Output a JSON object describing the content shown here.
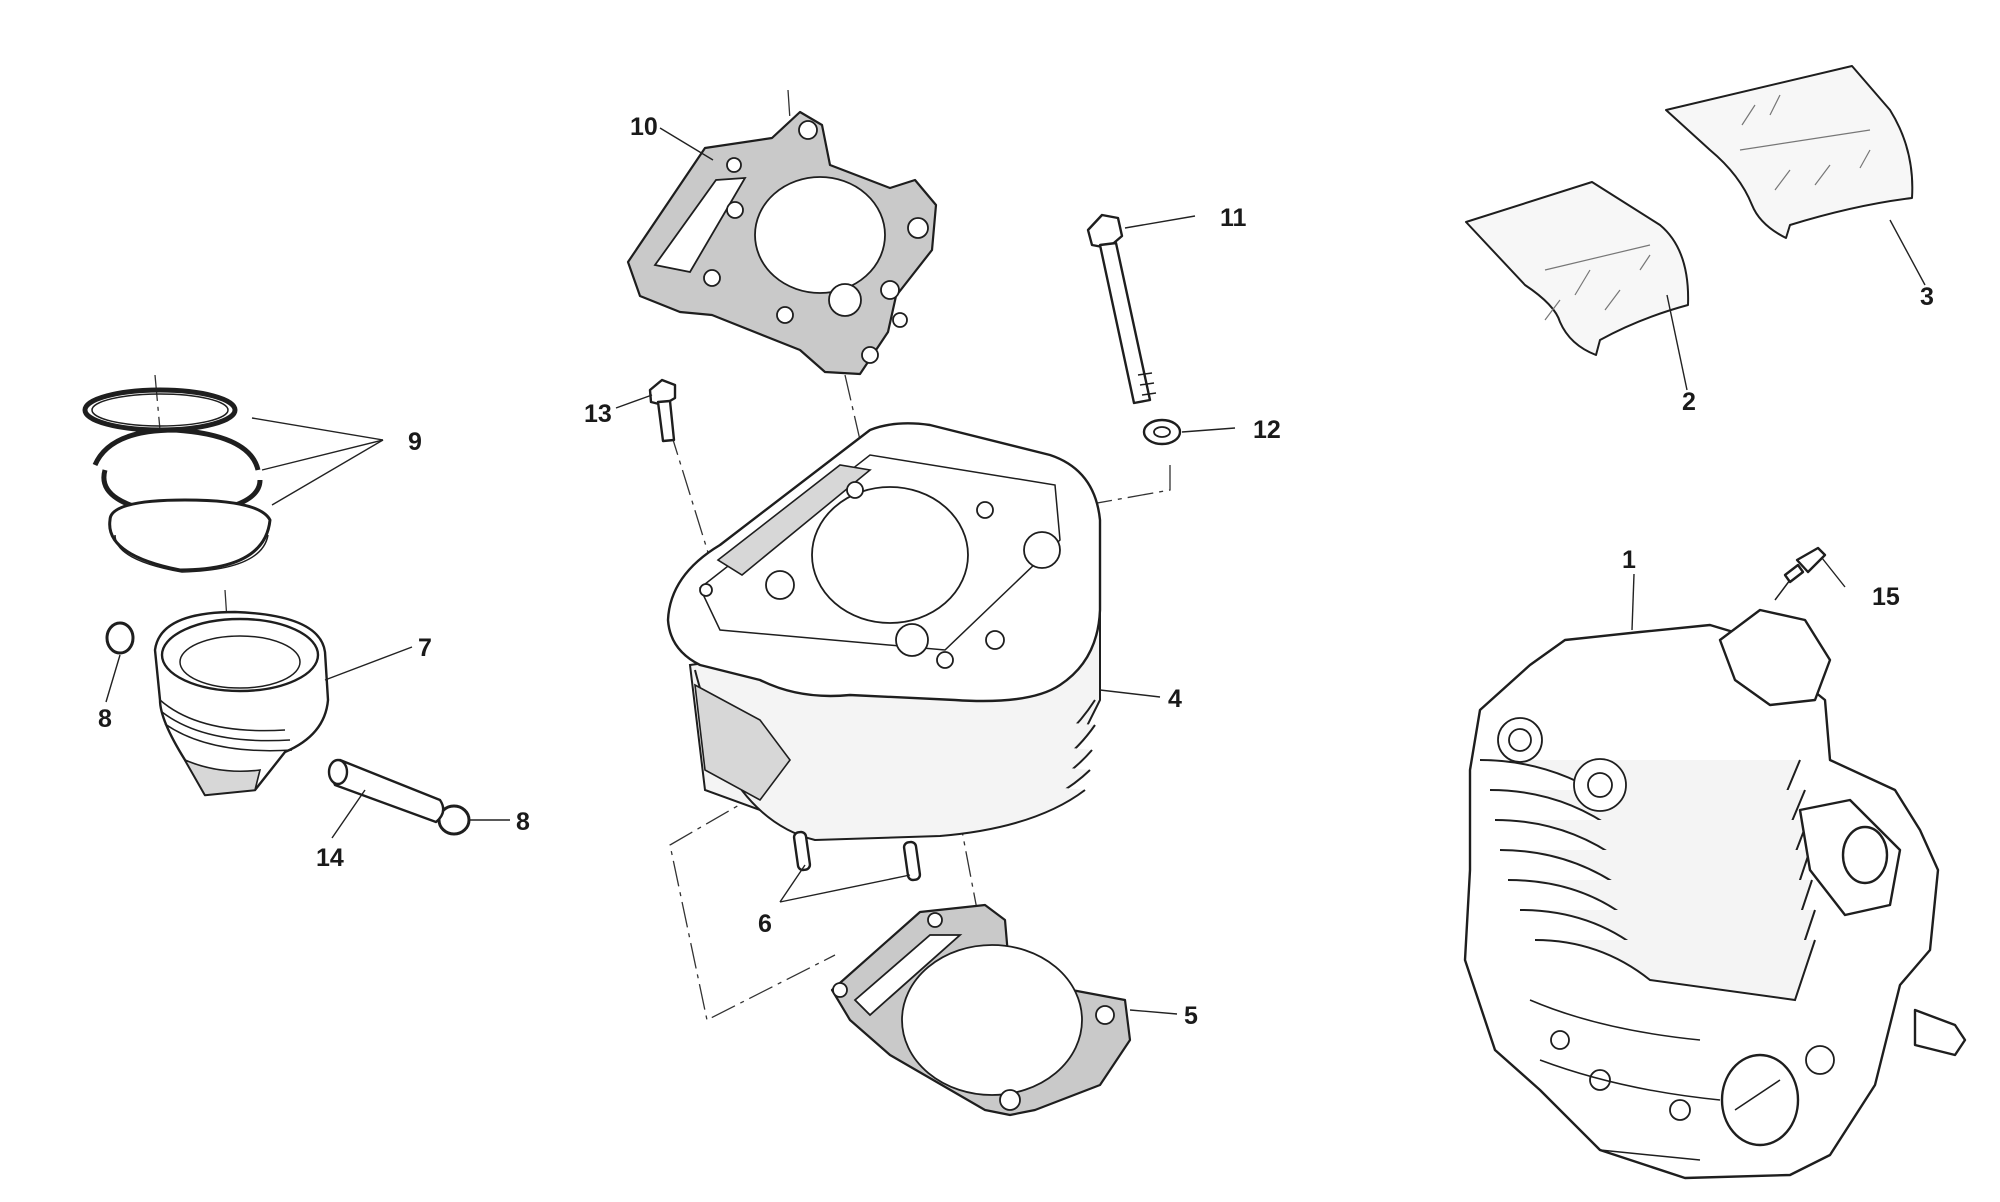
{
  "diagram": {
    "callouts": [
      "1",
      "2",
      "3",
      "4",
      "5",
      "6",
      "7",
      "8",
      "8",
      "9",
      "10",
      "11",
      "12",
      "13",
      "14",
      "15"
    ]
  }
}
